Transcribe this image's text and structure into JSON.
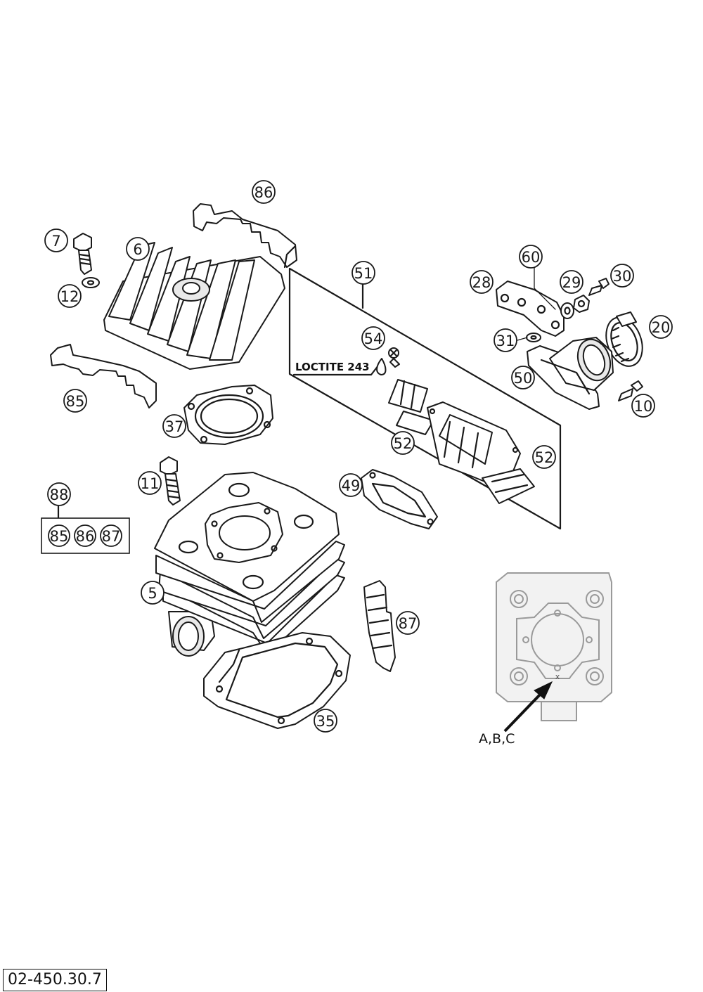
{
  "callouts": {
    "c86": "86",
    "c7": "7",
    "c6": "6",
    "c12": "12",
    "c85": "85",
    "c37": "37",
    "c11": "11",
    "c88": "88",
    "c85b": "85",
    "c86b": "86",
    "c87b": "87",
    "c5": "5",
    "c87": "87",
    "c35": "35",
    "c51": "51",
    "c54": "54",
    "c52a": "52",
    "c52b": "52",
    "c49": "49",
    "c60": "60",
    "c28": "28",
    "c29": "29",
    "c30": "30",
    "c31": "31",
    "c20": "20",
    "c50": "50",
    "c10": "10"
  },
  "notes": {
    "loctite": "LOCTITE 243",
    "arrow_label": "A,B,C",
    "marking": "x"
  },
  "drawing_code": "02-450.30.7"
}
